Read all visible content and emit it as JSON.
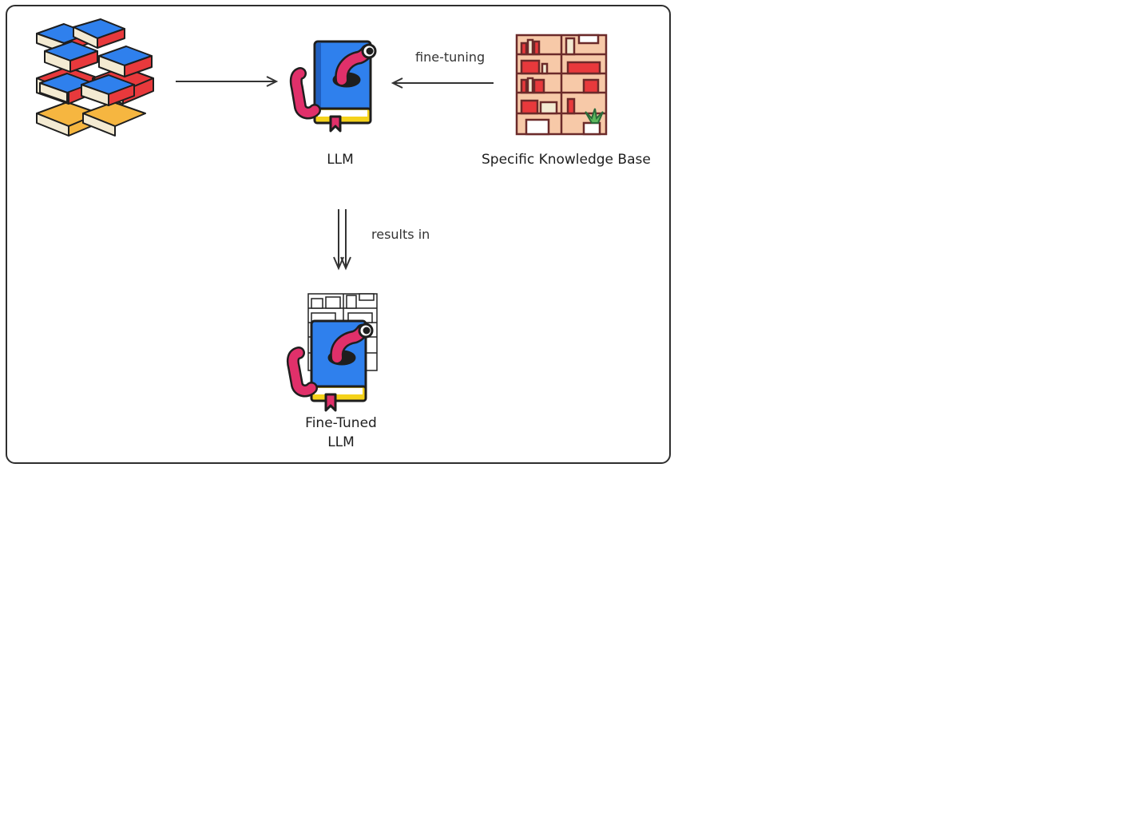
{
  "diagram": {
    "llm_label": "LLM",
    "kb_label": "Specific Knowledge Base",
    "fine_tuning_label": "fine-tuning",
    "results_in_label": "results in",
    "fine_tuned_label_line1": "Fine-Tuned",
    "fine_tuned_label_line2": "LLM"
  },
  "colors": {
    "book_blue": "#2f80ed",
    "worm_pink": "#e0306a",
    "book_yellow": "#f5d21a",
    "shelf_peach": "#f7c9a8",
    "shelf_brown": "#6b2a2a",
    "books_red": "#e8393c",
    "books_cream": "#f3ead2",
    "books_orange": "#f6b640"
  },
  "icons": {
    "books_pile": "books-pile-icon",
    "llm": "bookworm-icon",
    "knowledge_base": "bookshelf-icon",
    "fine_tuned": "bookworm-with-shelf-icon"
  }
}
